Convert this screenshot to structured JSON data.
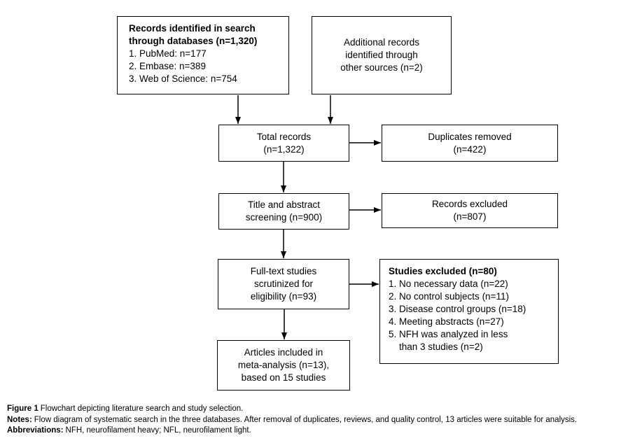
{
  "colors": {
    "background": "#ffffff",
    "border": "#000000",
    "text": "#000000"
  },
  "flowchart": {
    "records_identified": {
      "title_lines": [
        "Records identified in search",
        "through databases (n=1,320)"
      ],
      "items": [
        "1. PubMed: n=177",
        "2. Embase: n=389",
        "3. Web of Science: n=754"
      ]
    },
    "additional_records": {
      "lines": [
        "Additional records",
        "identified through",
        "other sources (n=2)"
      ]
    },
    "total_records": {
      "lines": [
        "Total records",
        "(n=1,322)"
      ]
    },
    "duplicates_removed": {
      "lines": [
        "Duplicates removed",
        "(n=422)"
      ]
    },
    "title_abstract_screening": {
      "lines": [
        "Title and abstract",
        "screening (n=900)"
      ]
    },
    "records_excluded": {
      "lines": [
        "Records excluded",
        "(n=807)"
      ]
    },
    "fulltext_studies": {
      "lines": [
        "Full-text studies",
        "scrutinized for",
        "eligibility (n=93)"
      ]
    },
    "studies_excluded": {
      "title": "Studies excluded (n=80)",
      "items": [
        "1. No necessary data (n=22)",
        "2. No control subjects (n=11)",
        "3. Disease control groups (n=18)",
        "4. Meeting abstracts (n=27)",
        "5. NFH was analyzed in less",
        "than 3 studies (n=2)"
      ]
    },
    "articles_included": {
      "lines": [
        "Articles included in",
        "meta-analysis (n=13),",
        "based on 15 studies"
      ]
    }
  },
  "caption": {
    "figure_label": "Figure 1",
    "figure_text": "Flowchart depicting literature search and study selection.",
    "notes_label": "Notes:",
    "notes_text": "Flow diagram of systematic search in the three databases. After removal of duplicates, reviews, and quality control, 13 articles were suitable for analysis.",
    "abbreviations_label": "Abbreviations:",
    "abbreviations_text": "NFH, neurofilament heavy; NFL, neurofilament light."
  }
}
